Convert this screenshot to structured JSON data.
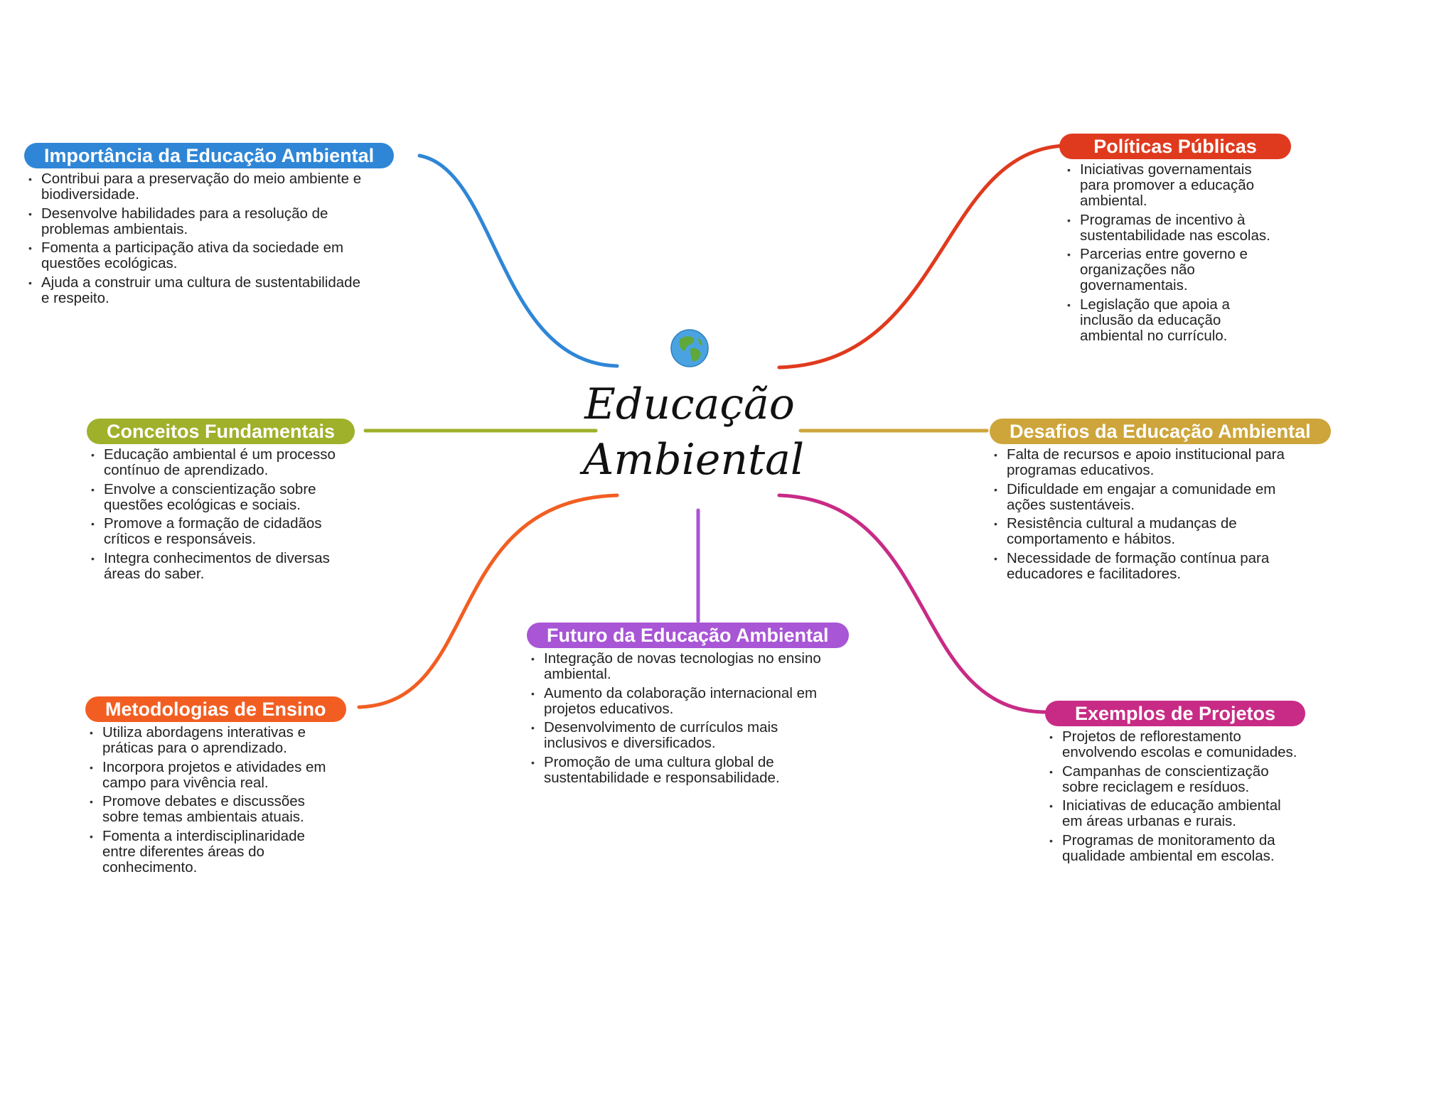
{
  "center": {
    "title_line1": "Educação",
    "title_line2": "Ambiental",
    "icon": "globe-icon"
  },
  "branches": {
    "importancia": {
      "title": "Importância da Educação Ambiental",
      "color": "#2f86d6",
      "items": [
        "Contribui para a preservação do meio ambiente e biodiversidade.",
        "Desenvolve habilidades para a resolução de problemas ambientais.",
        "Fomenta a participação ativa da sociedade em questões ecológicas.",
        "Ajuda a construir uma cultura de sustentabilidade e respeito."
      ]
    },
    "politicas": {
      "title": "Políticas Públicas",
      "color": "#e03a1e",
      "items": [
        "Iniciativas governamentais para promover a educação ambiental.",
        "Programas de incentivo à sustentabilidade nas escolas.",
        "Parcerias entre governo e organizações não governamentais.",
        "Legislação que apoia a inclusão da educação ambiental no currículo."
      ]
    },
    "conceitos": {
      "title": "Conceitos Fundamentais",
      "color": "#9fb02a",
      "items": [
        "Educação ambiental é um processo contínuo de aprendizado.",
        "Envolve a conscientização sobre questões ecológicas e sociais.",
        "Promove a formação de cidadãos críticos e responsáveis.",
        "Integra conhecimentos de diversas áreas do saber."
      ]
    },
    "desafios": {
      "title": "Desafios da Educação Ambiental",
      "color": "#cda53a",
      "items": [
        "Falta de recursos e apoio institucional para programas educativos.",
        "Dificuldade em engajar a comunidade em ações sustentáveis.",
        "Resistência cultural a mudanças de comportamento e hábitos.",
        "Necessidade de formação contínua para educadores e facilitadores."
      ]
    },
    "futuro": {
      "title": "Futuro da Educação Ambiental",
      "color": "#a855d6",
      "items": [
        "Integração de novas tecnologias no ensino ambiental.",
        "Aumento da colaboração internacional em projetos educativos.",
        "Desenvolvimento de currículos mais inclusivos e diversificados.",
        "Promoção de uma cultura global de sustentabilidade e responsabilidade."
      ]
    },
    "metodologias": {
      "title": "Metodologias de Ensino",
      "color": "#f25e22",
      "items": [
        "Utiliza abordagens interativas e práticas para o aprendizado.",
        "Incorpora projetos e atividades em campo para vivência real.",
        "Promove debates e discussões sobre temas ambientais atuais.",
        "Fomenta a interdisciplinaridade entre diferentes áreas do conhecimento."
      ]
    },
    "exemplos": {
      "title": "Exemplos de Projetos",
      "color": "#c82b85",
      "items": [
        "Projetos de reflorestamento envolvendo escolas e comunidades.",
        "Campanhas de conscientização sobre reciclagem e resíduos.",
        "Iniciativas de educação ambiental em áreas urbanas e rurais.",
        "Programas de monitoramento da qualidade ambiental em escolas."
      ]
    }
  }
}
